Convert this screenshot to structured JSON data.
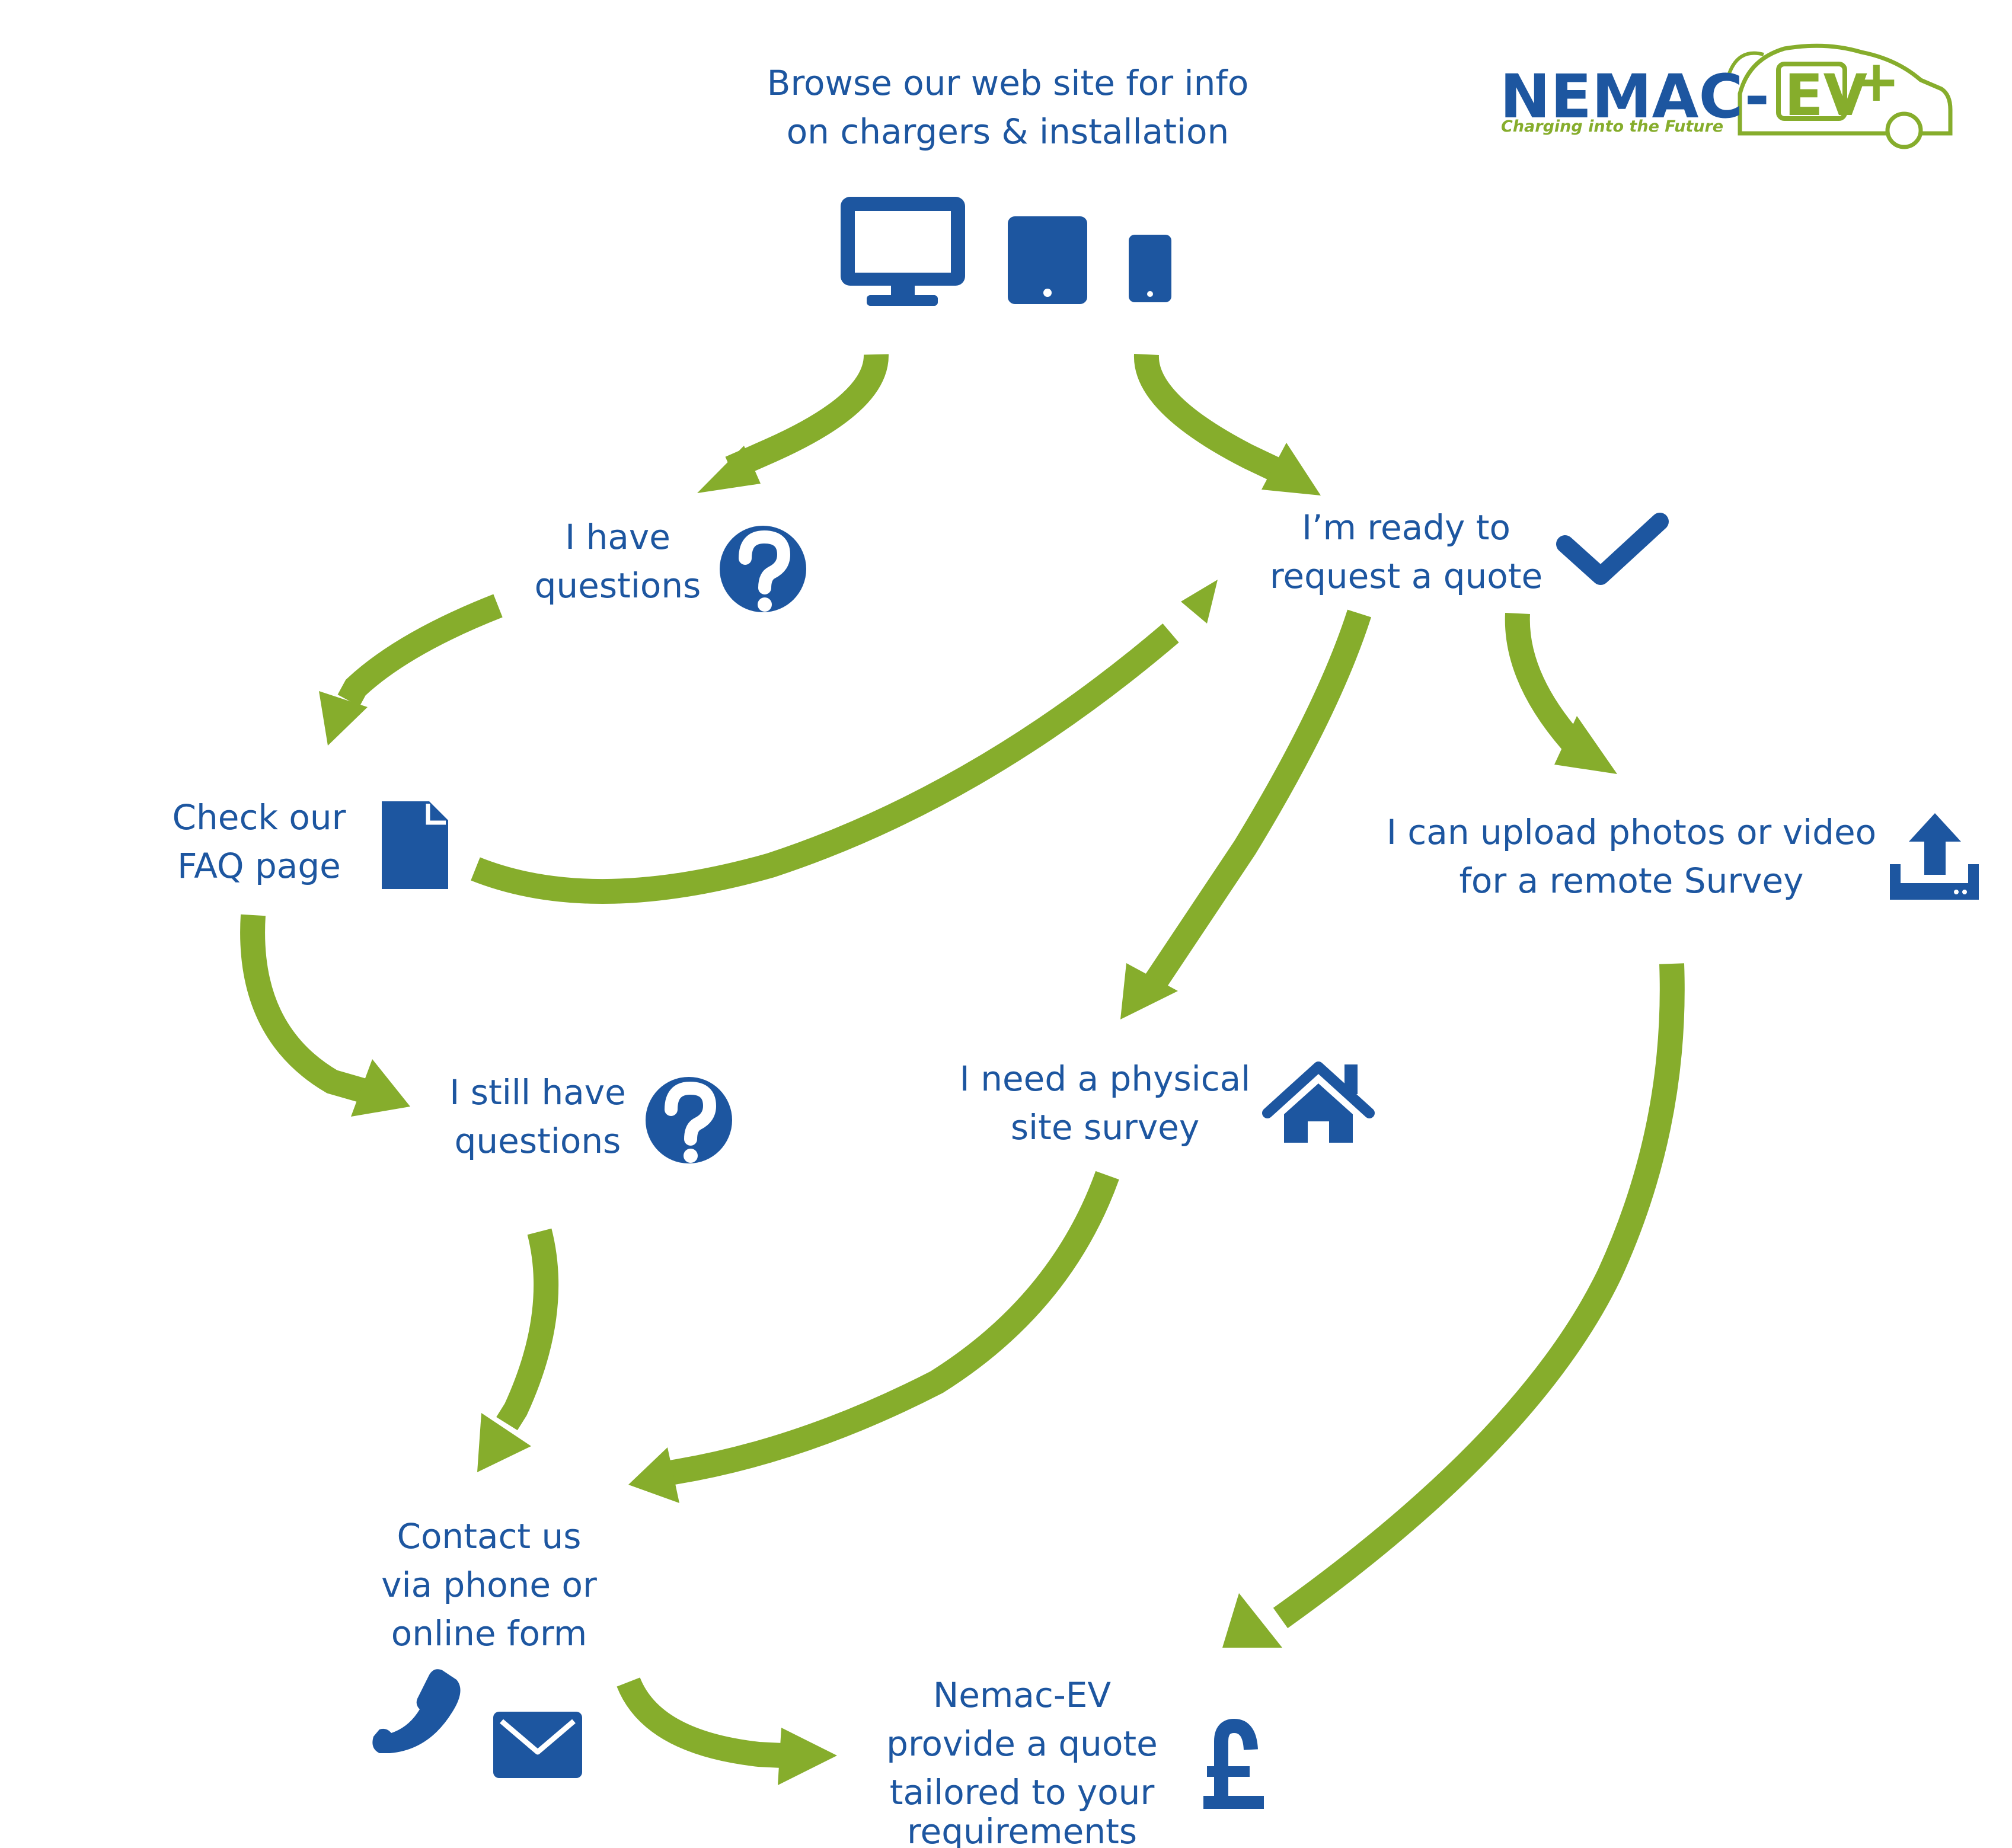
{
  "logo": {
    "name_blue": "NEMAC-",
    "name_green": "EV",
    "plus": "+",
    "tagline": "Charging into the Future"
  },
  "nodes": {
    "browse": [
      "Browse our web site for info",
      "on chargers & installation"
    ],
    "have_questions": [
      "I have",
      "questions"
    ],
    "ready_quote": [
      "I’m ready to",
      "request a quote"
    ],
    "check_faq": [
      "Check our",
      "FAQ page"
    ],
    "upload": [
      "I can upload photos or video",
      "for a remote Survey"
    ],
    "still_questions": [
      "I still have",
      "questions"
    ],
    "physical_survey": [
      "I need a physical",
      "site survey"
    ],
    "contact": [
      "Contact us",
      "via phone or",
      "online form"
    ],
    "quote": [
      "Nemac-EV",
      "provide a quote",
      "tailored to your",
      "requirements"
    ]
  },
  "icons": {
    "browse": [
      "monitor-icon",
      "tablet-icon",
      "phone-icon"
    ],
    "have_questions": "question-icon",
    "ready_quote": "checkmark-icon",
    "check_faq": "document-icon",
    "upload": "upload-icon",
    "still_questions": "question-icon",
    "physical_survey": "house-icon",
    "contact": [
      "telephone-icon",
      "envelope-icon"
    ],
    "quote": "pound-icon"
  },
  "connections": [
    {
      "from": "browse",
      "to": "have_questions"
    },
    {
      "from": "browse",
      "to": "ready_quote"
    },
    {
      "from": "have_questions",
      "to": "check_faq"
    },
    {
      "from": "check_faq",
      "to": "ready_quote"
    },
    {
      "from": "check_faq",
      "to": "still_questions"
    },
    {
      "from": "ready_quote",
      "to": "physical_survey"
    },
    {
      "from": "ready_quote",
      "to": "upload"
    },
    {
      "from": "still_questions",
      "to": "contact"
    },
    {
      "from": "physical_survey",
      "to": "contact"
    },
    {
      "from": "upload",
      "to": "quote"
    },
    {
      "from": "contact",
      "to": "quote"
    }
  ],
  "colors": {
    "text_blue": "#1d56a0",
    "arrow_green": "#86ad2c",
    "background": "#ffffff"
  }
}
